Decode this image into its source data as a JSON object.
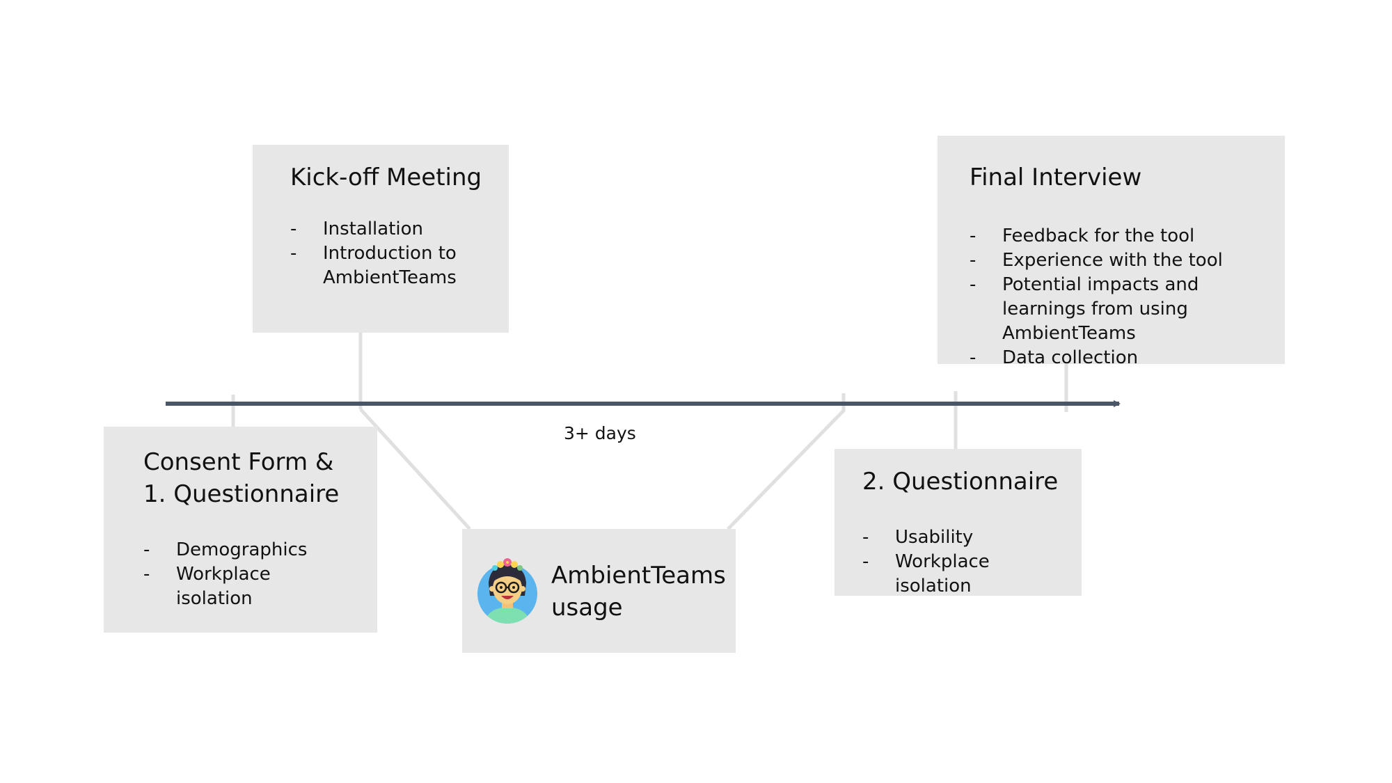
{
  "timeline": {
    "duration_label": "3+ days",
    "axis_color": "#4a5568",
    "connector_color": "#e0e0e0",
    "box_color": "#e7e7e7"
  },
  "kickoff": {
    "title": "Kick-off Meeting",
    "bullets": [
      "Installation",
      "Introduction to AmbientTeams"
    ]
  },
  "final_interview": {
    "title": "Final Interview",
    "bullets": [
      "Feedback for the tool",
      "Experience with the tool",
      "Potential impacts and learnings from using AmbientTeams",
      "Data collection"
    ]
  },
  "consent": {
    "title_line1": "Consent Form &",
    "title_line2": "1. Questionnaire",
    "bullets": [
      "Demographics",
      "Workplace isolation"
    ]
  },
  "usage": {
    "title_line1": "AmbientTeams",
    "title_line2": "usage",
    "icon": "person-avatar-icon"
  },
  "questionnaire2": {
    "title": "2. Questionnaire",
    "bullets": [
      "Usability",
      "Workplace isolation"
    ]
  },
  "bullet_marker": "-"
}
